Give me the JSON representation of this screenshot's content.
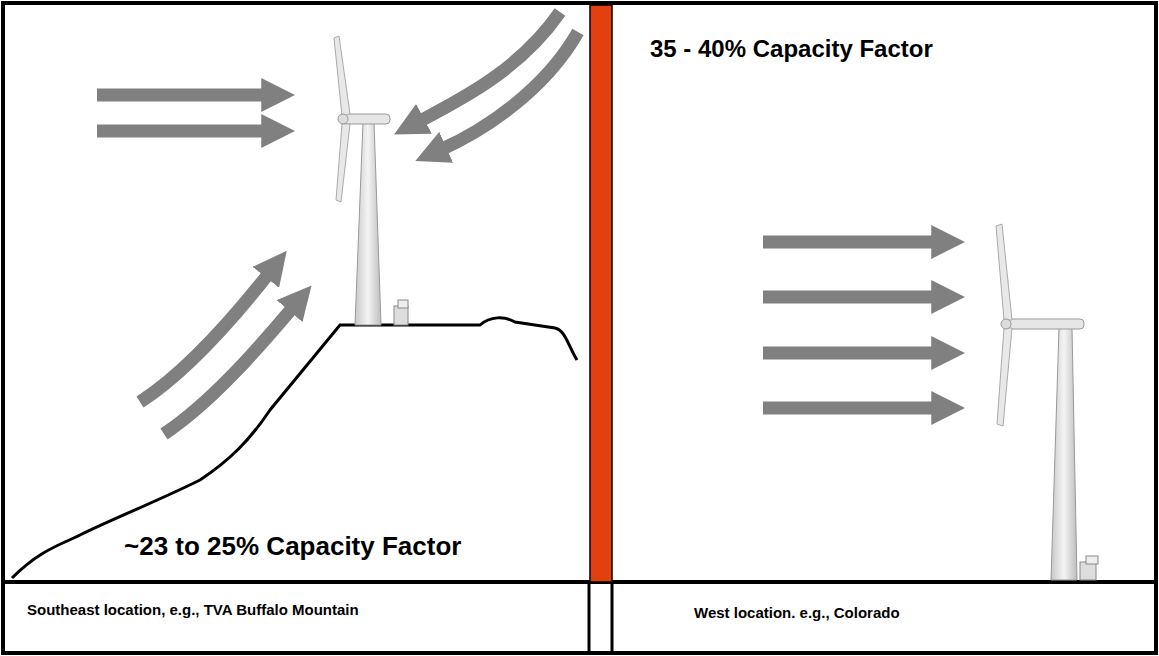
{
  "diagram": {
    "nodes": [
      {
        "text": [
          "~23 to 25% Capacity Factor"
        ]
      },
      {
        "text": [
          "35 - 40% Capacity Factor"
        ]
      },
      {
        "text": [
          "Southeast location, e.g., TVA Buffalo Mountain"
        ]
      },
      {
        "text": [
          "West location. e.g., Colorado"
        ]
      }
    ]
  }
}
